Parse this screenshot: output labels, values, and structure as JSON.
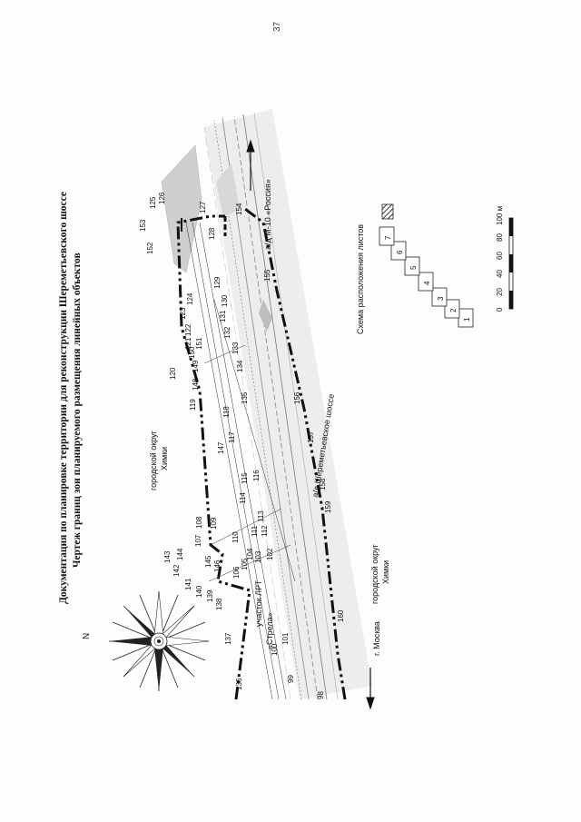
{
  "page_number": "37",
  "title_lines": [
    "Документация по планировке территории для реконструкции Шереметьевского шоссе",
    "Чертеж границ зон планируемого размещения линейных объектов"
  ],
  "compass_label": "N",
  "labels": {
    "district_top": [
      "городской округ",
      "Химки"
    ],
    "district_bottom": [
      "городской округ",
      "Химки"
    ],
    "highway_main": "а/д Шереметьевское шоссе",
    "highway_m10": "а/д М-10 «Россия»",
    "to_moscow": "г. Москва",
    "lrt_section": "участок ЛРТ",
    "strela": "«Стрела»"
  },
  "legend": {
    "title": "Схема расположения листов",
    "sheets": [
      "1",
      "2",
      "3",
      "4",
      "5",
      "6",
      "7"
    ]
  },
  "scale_bar": {
    "ticks": [
      "0",
      "20",
      "40",
      "60",
      "80",
      "100 м"
    ]
  },
  "point_numbers": [
    "98",
    "99",
    "100",
    "101",
    "102",
    "103",
    "104",
    "105",
    "106",
    "107",
    "108",
    "109",
    "110",
    "111",
    "112",
    "113",
    "114",
    "115",
    "116",
    "117",
    "118",
    "119",
    "120",
    "121",
    "122",
    "123",
    "124",
    "125",
    "126",
    "127",
    "128",
    "129",
    "130",
    "131",
    "132",
    "133",
    "134",
    "135",
    "136",
    "137",
    "138",
    "139",
    "140",
    "141",
    "142",
    "143",
    "144",
    "145",
    "146",
    "147",
    "148",
    "149",
    "150",
    "151",
    "152",
    "153",
    "154",
    "155",
    "156",
    "157",
    "158",
    "159",
    "160"
  ],
  "colors": {
    "boundary": "#111111",
    "road_gray": "#9a9a9a",
    "sheet_highlight": "#444444"
  }
}
